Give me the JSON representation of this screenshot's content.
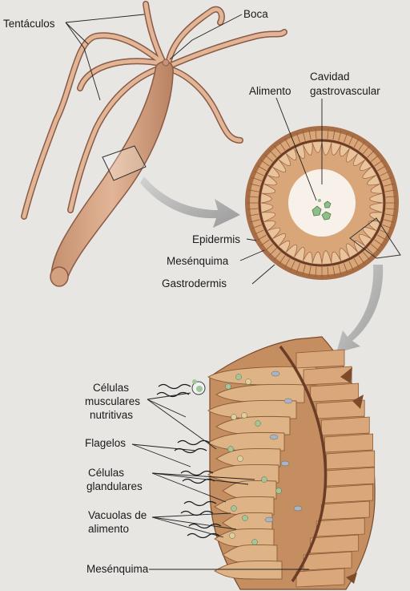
{
  "labels": {
    "tentacles": "Tentáculos",
    "mouth": "Boca",
    "food": "Alimento",
    "gastro_cavity_1": "Cavidad",
    "gastro_cavity_2": "gastrovascular",
    "epidermis": "Epidermis",
    "mesenchyme_top": "Mesénquima",
    "gastrodermis": "Gastrodermis",
    "muscle_cells_1": "Células",
    "muscle_cells_2": "musculares",
    "muscle_cells_3": "nutritivas",
    "flagella": "Flagelos",
    "gland_cells_1": "Células",
    "gland_cells_2": "glandulares",
    "food_vacuoles_1": "Vacuolas de",
    "food_vacuoles_2": "alimento",
    "mesenchyme_bottom": "Mesénquima"
  },
  "colors": {
    "background": "#e8e6e3",
    "hydra_body": "#d9a98a",
    "hydra_outline": "#8a5a45",
    "tissue_light": "#e8c39c",
    "tissue_dark": "#a86e45",
    "cell_fill": "#deb386",
    "mesoglea": "#6b3d26",
    "food_green": "#9fc79a",
    "vacuole_blue": "#a9b3c9",
    "arrow_grey": "#9a9a9a"
  }
}
